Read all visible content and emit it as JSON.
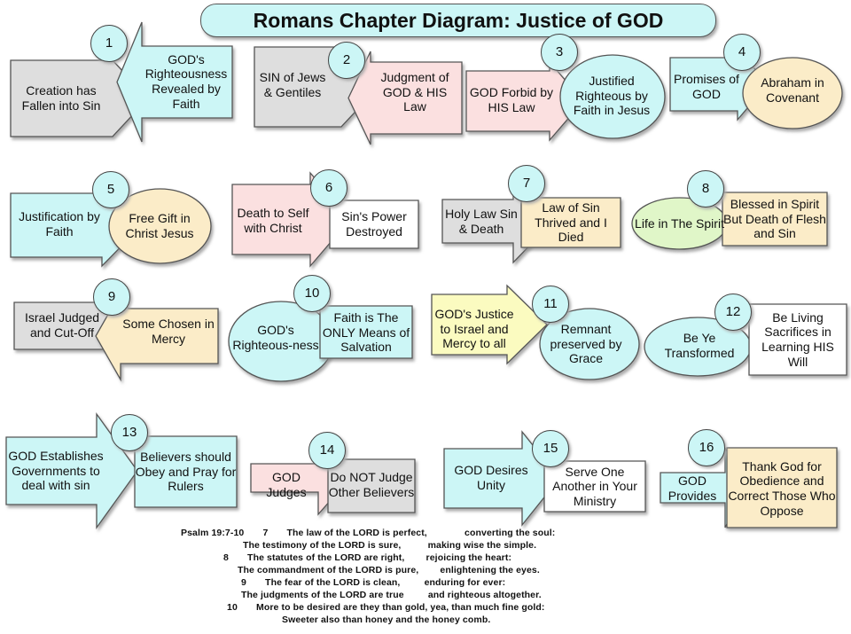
{
  "title": "Romans Chapter Diagram: Justice of GOD",
  "colors": {
    "cyan": "#ccf6f6",
    "gray": "#dedede",
    "pink": "#fbe0e0",
    "beige": "#fbecc8",
    "yellow": "#fbfbc0",
    "green": "#e0f6c8",
    "white": "#ffffff",
    "outline": "#555555"
  },
  "panels": [
    {
      "number": "1",
      "left": "Creation has Fallen into Sin",
      "right": "GOD's Righteousness Revealed by Faith"
    },
    {
      "number": "2",
      "left": "SIN of Jews & Gentiles",
      "right": "Judgment of GOD & HIS Law"
    },
    {
      "number": "3",
      "left": "GOD Forbid by HIS Law",
      "right": "Justified Righteous by Faith in Jesus"
    },
    {
      "number": "4",
      "left": "Promises of GOD",
      "right": "Abraham in Covenant"
    },
    {
      "number": "5",
      "left": "Justification by Faith",
      "right": "Free Gift in Christ Jesus"
    },
    {
      "number": "6",
      "left": "Death to Self with Christ",
      "right": "Sin's Power Destroyed"
    },
    {
      "number": "7",
      "left": "Holy Law Sin & Death",
      "right": "Law of Sin Thrived and I Died"
    },
    {
      "number": "8",
      "left": "Life in The Spirit",
      "right": "Blessed in Spirit But Death of Flesh and Sin"
    },
    {
      "number": "9",
      "left": "Israel Judged and Cut-Off",
      "right": "Some Chosen in Mercy"
    },
    {
      "number": "10",
      "left": "GOD's Righteous-ness",
      "right": "Faith is The ONLY Means of Salvation"
    },
    {
      "number": "11",
      "left": "GOD's Justice to Israel and Mercy to all",
      "right": "Remnant preserved by Grace"
    },
    {
      "number": "12",
      "left": "Be Ye Transformed",
      "right": "Be Living Sacrifices in Learning HIS Will"
    },
    {
      "number": "13",
      "left": "GOD Establishes Governments to deal with sin",
      "right": "Believers should Obey and Pray for Rulers"
    },
    {
      "number": "14",
      "left": "GOD Judges",
      "right": "Do NOT Judge Other Believers"
    },
    {
      "number": "15",
      "left": "GOD Desires Unity",
      "right": "Serve One Another in Your Ministry"
    },
    {
      "number": "16",
      "left": "GOD Provides",
      "right": "Thank God for Obedience and Correct Those Who Oppose"
    }
  ],
  "psalm": [
    "Psalm 19:7-10       7       The law of the LORD is perfect,              converting the soul:",
    "The testimony of the LORD is sure,          making wise the simple.",
    "8       The statutes of the LORD are right,        rejoicing the heart:",
    "The commandment of the LORD is pure,        enlightening the eyes.",
    "9       The fear of the LORD is clean,         enduring for ever:",
    "The judgments of the LORD are true         and righteous altogether.",
    "10       More to be desired are they than gold, yea, than much fine gold:",
    "Sweeter also than honey and the honey comb."
  ]
}
